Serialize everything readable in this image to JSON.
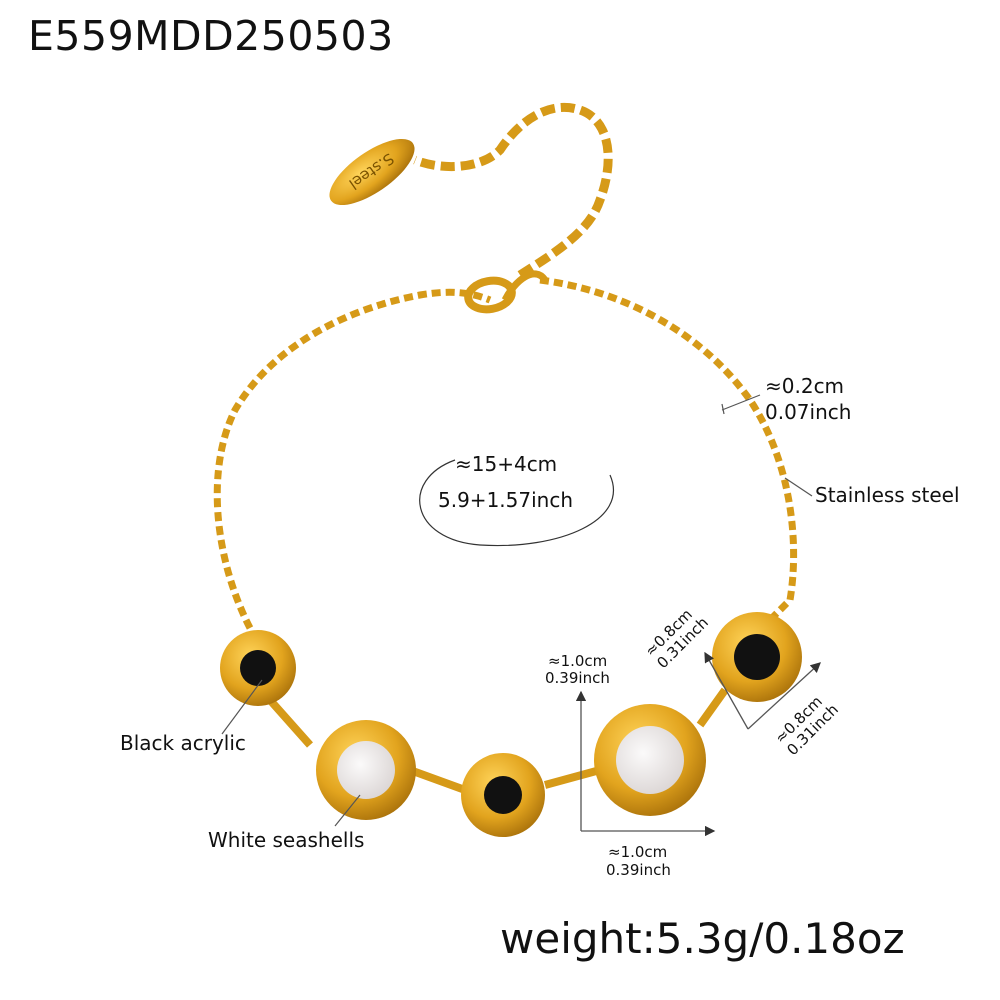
{
  "product_code": "E559MDD250503",
  "tag_text": "S.steel",
  "annotations": {
    "chain_width_cm": "≈0.2cm",
    "chain_width_inch": "0.07inch",
    "length_cm": "≈15+4cm",
    "length_inch": "5.9+1.57inch",
    "material": "Stainless steel",
    "black_stone": "Black acrylic",
    "white_stone": "White seashells",
    "large_height_cm": "≈1.0cm",
    "large_height_inch": "0.39inch",
    "large_width_cm": "≈1.0cm",
    "large_width_inch": "0.39inch",
    "small_a_cm": "≈0.8cm",
    "small_a_inch": "0.31inch",
    "small_b_cm": "≈0.8cm",
    "small_b_inch": "0.31inch"
  },
  "weight": "weight:5.3g/0.18oz",
  "colors": {
    "gold": "#e0a520",
    "gold_dark": "#b07a0c",
    "black_inlay": "#111111",
    "shell": "#ece8e6"
  }
}
